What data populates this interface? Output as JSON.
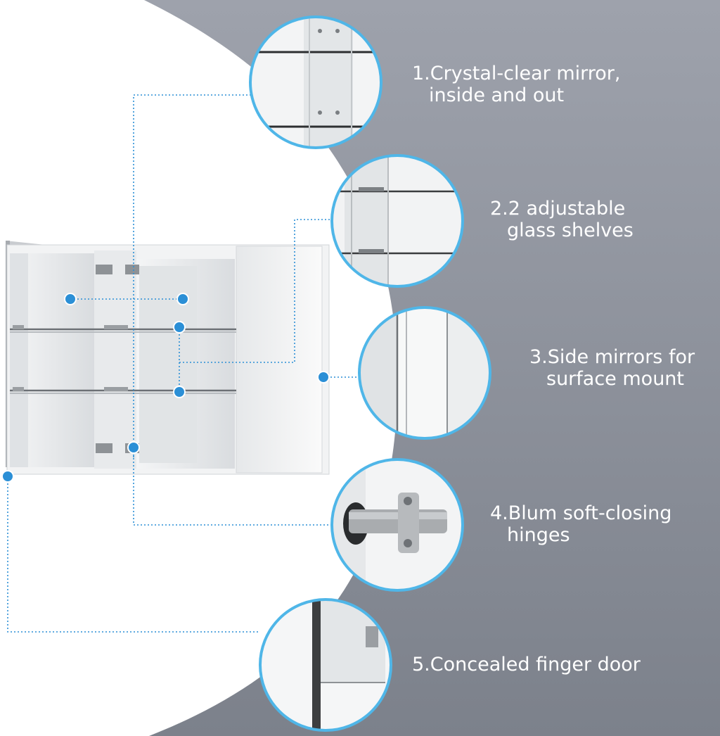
{
  "colors": {
    "background": "#ffffff",
    "panel_gradient_top": "#9ea2ac",
    "panel_gradient_bottom": "#7c818b",
    "callout_ring": "#4fb6e8",
    "connector": "#2b8fd6",
    "label_text": "#ffffff"
  },
  "callouts": [
    {
      "number": "1",
      "lines": [
        "1.Crystal-clear mirror,",
        "inside and out"
      ],
      "detail_icon": "mirror-interior-icon"
    },
    {
      "number": "2",
      "lines": [
        "2.2 adjustable",
        "glass shelves"
      ],
      "detail_icon": "glass-shelf-icon"
    },
    {
      "number": "3",
      "lines": [
        "3.Side mirrors for",
        "surface mount"
      ],
      "detail_icon": "side-mirror-icon"
    },
    {
      "number": "4",
      "lines": [
        "4.Blum soft-closing",
        "hinges"
      ],
      "detail_icon": "hinge-icon"
    },
    {
      "number": "5",
      "lines": [
        "5.Concealed finger door"
      ],
      "detail_icon": "finger-pull-icon"
    }
  ]
}
